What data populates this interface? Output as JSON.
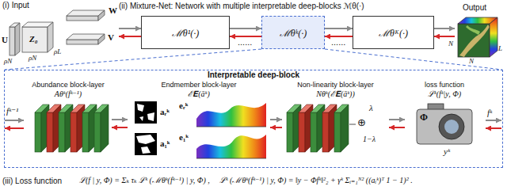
{
  "diagram": {
    "nodes": [
      {
        "text": [
          "ℳθ¹(·)"
        ]
      },
      {
        "text": [
          "ℳθᵏ(·)"
        ]
      },
      {
        "text": [
          "ℳθᴷ(·)"
        ]
      },
      {
        "text": [
          "Interpretable deep-block"
        ]
      },
      {
        "text": [
          "Abundance block-layer",
          "Aθᵏ(fᵏ⁻¹)"
        ],
        "in": 3
      },
      {
        "text": [
          "Endmember block-layer",
          "ℰ𝐄(āᵏ)"
        ],
        "in": 3
      },
      {
        "text": [
          "Non-linearity block-layer",
          "Nθᵏ(ℰ𝐄(āᵏ))"
        ],
        "in": 3
      },
      {
        "text": [
          "loss function",
          "ℒᵏ(fᵏ|y, Φ)"
        ],
        "in": 3
      }
    ],
    "edges": [
      {
        "from": 0,
        "to": 1,
        "arrow": "to"
      },
      {
        "from": 1,
        "to": 0,
        "arrow": "to"
      },
      {
        "from": 1,
        "to": 2,
        "arrow": "to"
      },
      {
        "from": 2,
        "to": 1,
        "arrow": "to"
      },
      {
        "from": 4,
        "to": 5,
        "arrow": "to"
      },
      {
        "from": 5,
        "to": 4,
        "arrow": "to"
      },
      {
        "from": 5,
        "to": 6,
        "arrow": "to"
      },
      {
        "from": 6,
        "to": 5,
        "arrow": "to"
      },
      {
        "from": 6,
        "to": 7,
        "arrow": "to"
      },
      {
        "from": 7,
        "to": 6,
        "arrow": "to"
      }
    ],
    "labels": [
      "(i) Input",
      "W",
      "U",
      "Z₀",
      "V",
      "ρN",
      "ρN",
      "ρL",
      "(ii) Mixture-Net: Network with multiple interpretable deep-blocks ℳθ(·)",
      "......",
      "......",
      "Output",
      "N",
      "N",
      "L",
      "fᵏ⁻¹",
      "aᵣᵏ",
      "eᵣᵏ",
      "a₁ᵏ",
      "e₁ᵏ",
      "λ",
      "1−λ",
      "⊕",
      "Φ",
      "yᵏ",
      "fᵏ",
      "(iii) Loss function",
      "ℒ(f | y, Φ) = Σₖ τₖ ℒᵏ (ℳθᵏ(fᵏ⁻¹) | y, Φ) ,",
      "ℒᵏ (ℳθᵏ(fᵏ⁻¹) | y, Φ) = ‖y − Φfᵏ‖²₂ + γᵏ Σᵢ₌₁ᴺ² ((aᵢᵏ)ᵀ 1 − 1)² ."
    ]
  }
}
